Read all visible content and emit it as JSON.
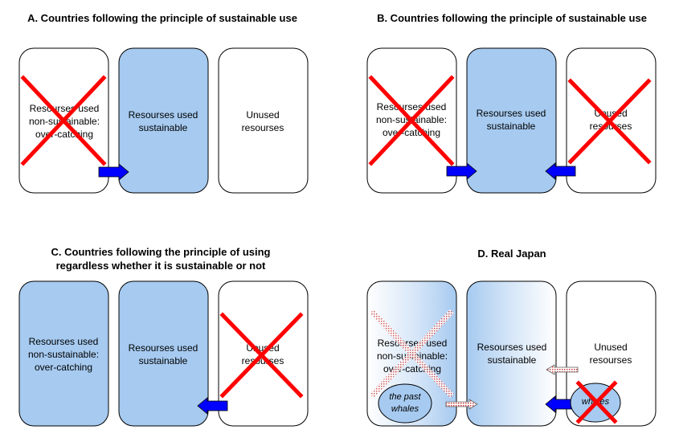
{
  "panels": {
    "a": {
      "title": "A. Countries following the principle of sustainable use",
      "box1": [
        "Resourses used",
        "non-sustainable:",
        "over-catching"
      ],
      "box2": [
        "Resourses used",
        "sustainable"
      ],
      "box3": [
        "Unused",
        "resourses"
      ]
    },
    "b": {
      "title": "B. Countries following the principle of sustainable use",
      "box1": [
        "Resourses used",
        "non-sustainable:",
        "over-catching"
      ],
      "box2": [
        "Resourses used",
        "sustainable"
      ],
      "box3": [
        "Unused",
        "resourses"
      ]
    },
    "c": {
      "title_line1": "C. Countries following the principle of using",
      "title_line2": "regardless whether it is sustainable or not",
      "box1": [
        "Resourses used",
        "non-sustainable:",
        "over-catching"
      ],
      "box2": [
        "Resourses used",
        "sustainable"
      ],
      "box3": [
        "Unused",
        "resourses"
      ]
    },
    "d": {
      "title": "D. Real Japan",
      "box1": [
        "Resourses used",
        "non-sustainable:",
        "over-catching"
      ],
      "box2": [
        "Resourses used",
        "sustainable"
      ],
      "box3": [
        "Unused",
        "resourses"
      ],
      "ellipse_left": [
        "the past",
        "whales"
      ],
      "ellipse_right": "whales"
    }
  },
  "colors": {
    "used_fill": "#a6caf0",
    "empty_fill": "#ffffff",
    "arrow_blue": "#0000ff",
    "cross_red": "#ff0000",
    "cross_pink": "#e8a8a8",
    "ellipse_fill": "#a6caf0"
  }
}
